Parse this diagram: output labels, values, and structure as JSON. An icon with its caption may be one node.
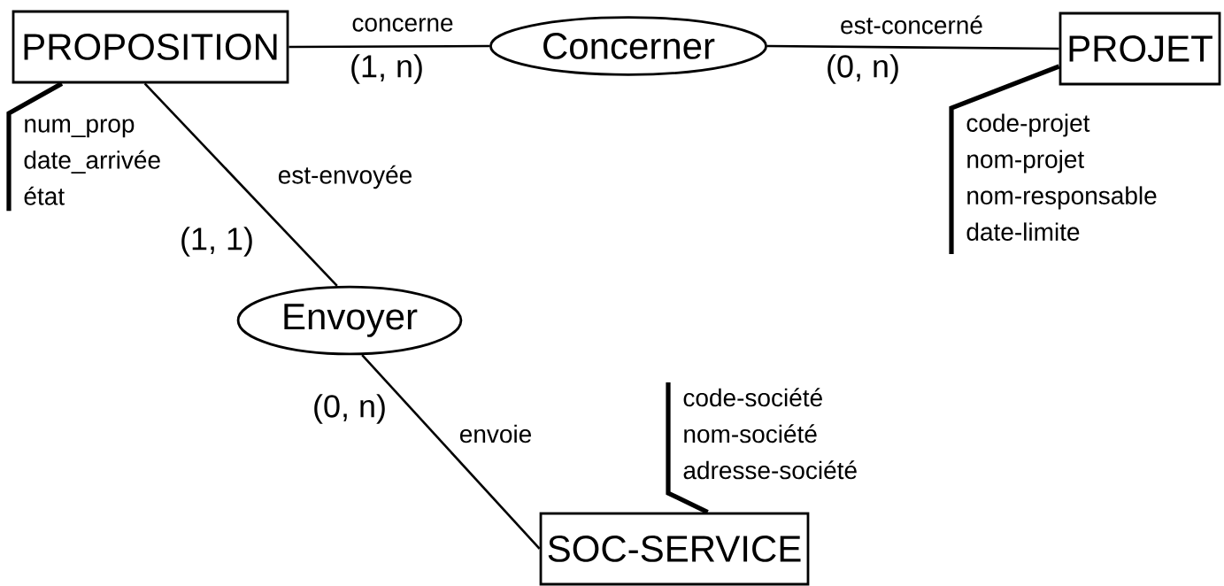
{
  "diagram": {
    "nodes": [
      {
        "text": [
          "PROPOSITION"
        ]
      },
      {
        "text": [
          "Concerner"
        ]
      },
      {
        "text": [
          "PROJET"
        ]
      },
      {
        "text": [
          "Envoyer"
        ]
      },
      {
        "text": [
          "SOC-SERVICE"
        ]
      },
      {
        "text": [
          "num_prop",
          "date_arrivée",
          "état"
        ]
      },
      {
        "text": [
          "code-projet",
          "nom-projet",
          "nom-responsable",
          "date-limite"
        ]
      },
      {
        "text": [
          "code-société",
          "nom-société",
          "adresse-société"
        ]
      }
    ],
    "edges": [
      {
        "from": 0,
        "to": 1,
        "arrow": "none",
        "label": "concerne"
      },
      {
        "from": 1,
        "to": 2,
        "arrow": "none",
        "label": "est-concerné"
      },
      {
        "from": 0,
        "to": 3,
        "arrow": "none",
        "label": "est-envoyée"
      },
      {
        "from": 3,
        "to": 4,
        "arrow": "none",
        "label": "envoie"
      },
      {
        "from": 5,
        "to": 0,
        "arrow": "none",
        "style": "thick"
      },
      {
        "from": 6,
        "to": 2,
        "arrow": "none",
        "style": "thick"
      },
      {
        "from": 7,
        "to": 4,
        "arrow": "none",
        "style": "thick"
      }
    ],
    "labels": [
      "(1, n)",
      "(0, n)",
      "(1, 1)",
      "(0, n)"
    ]
  }
}
